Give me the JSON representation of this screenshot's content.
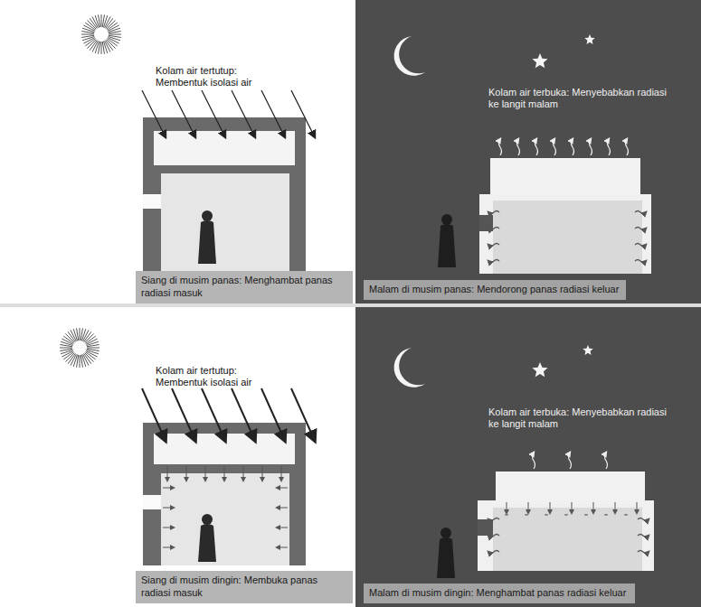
{
  "diagram": {
    "nodes": [
      {
        "text": [
          "Siang di musim panas: Menghambat panas radiasi masuk"
        ]
      },
      {
        "text": [
          "Malam di musim panas: Mendorong panas radiasi keluar"
        ]
      },
      {
        "text": [
          "Siang di musim dingin: Membuka panas radiasi masuk"
        ]
      },
      {
        "text": [
          "Malam di musim dingin: Menghambat panas radiasi keluar"
        ]
      }
    ],
    "labels": [
      "Kolam air tertutup: Membentuk isolasi air",
      "Kolam air terbuka: Menyebabkan radiasi ke langit malam",
      "Kolam air tertutup: Membentuk isolasi air",
      "Kolam air terbuka: Menyebabkan radiasi ke langit malam"
    ]
  }
}
